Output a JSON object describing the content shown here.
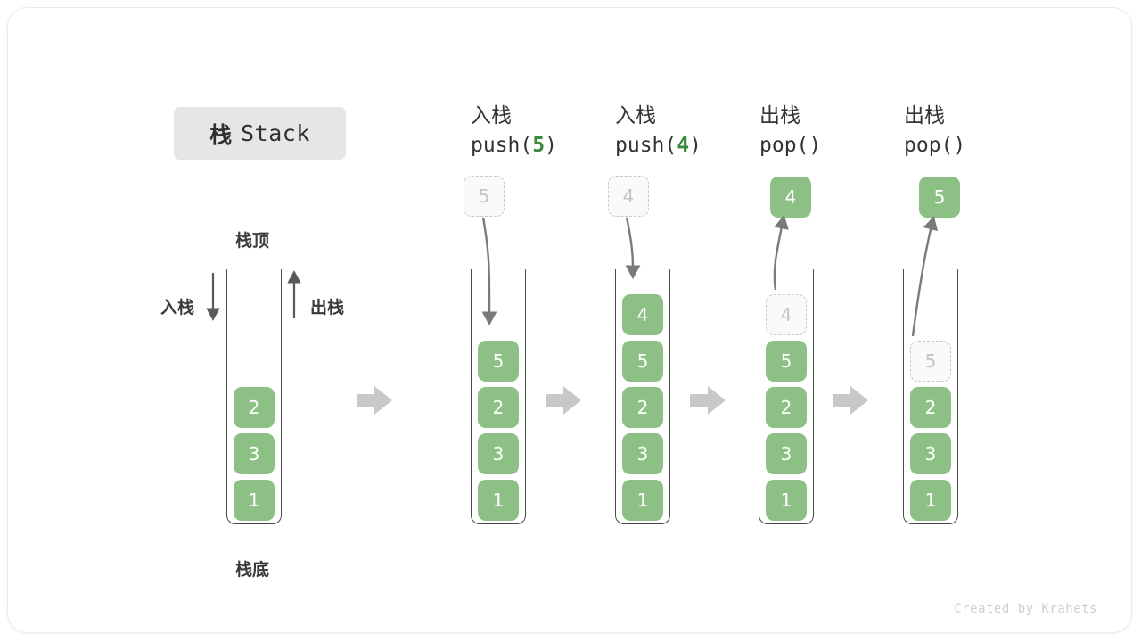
{
  "title": {
    "cn": "栈",
    "en": "Stack"
  },
  "labels": {
    "top": "栈顶",
    "bottom": "栈底",
    "push": "入栈",
    "pop": "出栈"
  },
  "credit": "Created by Krahets",
  "colors": {
    "element_green": "#8cc084",
    "ghost_border": "#c9c9c9",
    "ghost_text": "#c4c4c4",
    "arrow_gray": "#7a7a7a",
    "block_arrow_gray": "#c8c8c8",
    "badge_bg": "#e6e6e6",
    "stack_outline": "#494949",
    "code_accent": "#3c8a3c"
  },
  "columns": [
    {
      "id": "initial",
      "header_cn": "",
      "header_code_pre": "",
      "header_code_num": "",
      "header_code_post": "",
      "float": null,
      "cells": [
        {
          "value": "1",
          "state": "solid"
        },
        {
          "value": "3",
          "state": "solid"
        },
        {
          "value": "2",
          "state": "solid"
        }
      ]
    },
    {
      "id": "push5",
      "header_cn": "入栈",
      "header_code_pre": "push(",
      "header_code_num": "5",
      "header_code_post": ")",
      "float": {
        "value": "5",
        "state": "ghost",
        "direction": "down"
      },
      "cells": [
        {
          "value": "1",
          "state": "solid"
        },
        {
          "value": "3",
          "state": "solid"
        },
        {
          "value": "2",
          "state": "solid"
        },
        {
          "value": "5",
          "state": "solid"
        }
      ]
    },
    {
      "id": "push4",
      "header_cn": "入栈",
      "header_code_pre": "push(",
      "header_code_num": "4",
      "header_code_post": ")",
      "float": {
        "value": "4",
        "state": "ghost",
        "direction": "down"
      },
      "cells": [
        {
          "value": "1",
          "state": "solid"
        },
        {
          "value": "3",
          "state": "solid"
        },
        {
          "value": "2",
          "state": "solid"
        },
        {
          "value": "5",
          "state": "solid"
        },
        {
          "value": "4",
          "state": "solid"
        }
      ]
    },
    {
      "id": "pop4",
      "header_cn": "出栈",
      "header_code_pre": "pop(",
      "header_code_num": "",
      "header_code_post": ")",
      "float": {
        "value": "4",
        "state": "solid",
        "direction": "up"
      },
      "cells": [
        {
          "value": "1",
          "state": "solid"
        },
        {
          "value": "3",
          "state": "solid"
        },
        {
          "value": "2",
          "state": "solid"
        },
        {
          "value": "5",
          "state": "solid"
        },
        {
          "value": "4",
          "state": "ghost"
        }
      ]
    },
    {
      "id": "pop5",
      "header_cn": "出栈",
      "header_code_pre": "pop(",
      "header_code_num": "",
      "header_code_post": ")",
      "float": {
        "value": "5",
        "state": "solid",
        "direction": "up"
      },
      "cells": [
        {
          "value": "1",
          "state": "solid"
        },
        {
          "value": "3",
          "state": "solid"
        },
        {
          "value": "2",
          "state": "solid"
        },
        {
          "value": "5",
          "state": "ghost"
        }
      ]
    }
  ]
}
